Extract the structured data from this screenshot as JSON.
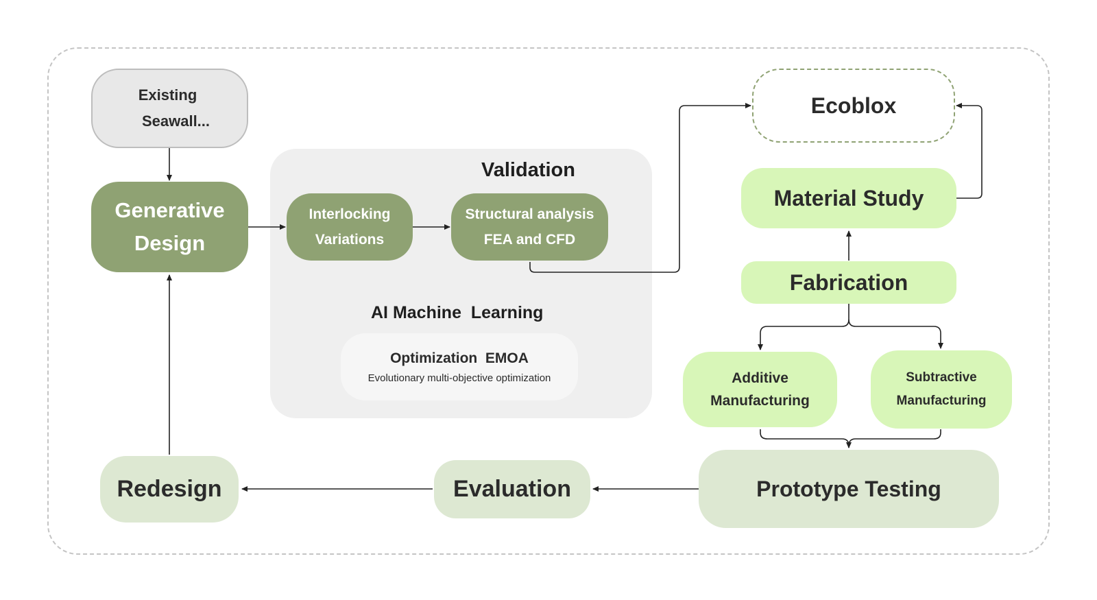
{
  "nodes": {
    "existing_seawall": {
      "line1": "Existing",
      "line2": "Seawall..."
    },
    "generative_design": {
      "line1": "Generative",
      "line2": "Design"
    },
    "interlocking_variations": {
      "line1": "Interlocking",
      "line2": "Variations"
    },
    "structural_analysis": {
      "line1": "Structural analysis",
      "line2": "FEA and CFD"
    },
    "optimization": {
      "title": "Optimization  EMOA",
      "subtitle": "Evolutionary multi-objective optimization"
    },
    "ecoblox": {
      "label": "Ecoblox"
    },
    "material_study": {
      "label": "Material Study"
    },
    "fabrication": {
      "label": "Fabrication"
    },
    "additive_manufacturing": {
      "line1": "Additive",
      "line2": "Manufacturing"
    },
    "subtractive_manufacturing": {
      "line1": "Subtractive",
      "line2": "Manufacturing"
    },
    "prototype_testing": {
      "label": "Prototype Testing"
    },
    "evaluation": {
      "label": "Evaluation"
    },
    "redesign": {
      "label": "Redesign"
    }
  },
  "group_labels": {
    "validation": "Validation",
    "ai_machine_learning": "AI Machine  Learning"
  },
  "colors": {
    "dark_green": "#8fa273",
    "light_green": "#d8f6b8",
    "pale_green": "#dde8d2",
    "gray_node": "#e8e8e8",
    "panel": "#efefef",
    "arrow": "#222222"
  }
}
